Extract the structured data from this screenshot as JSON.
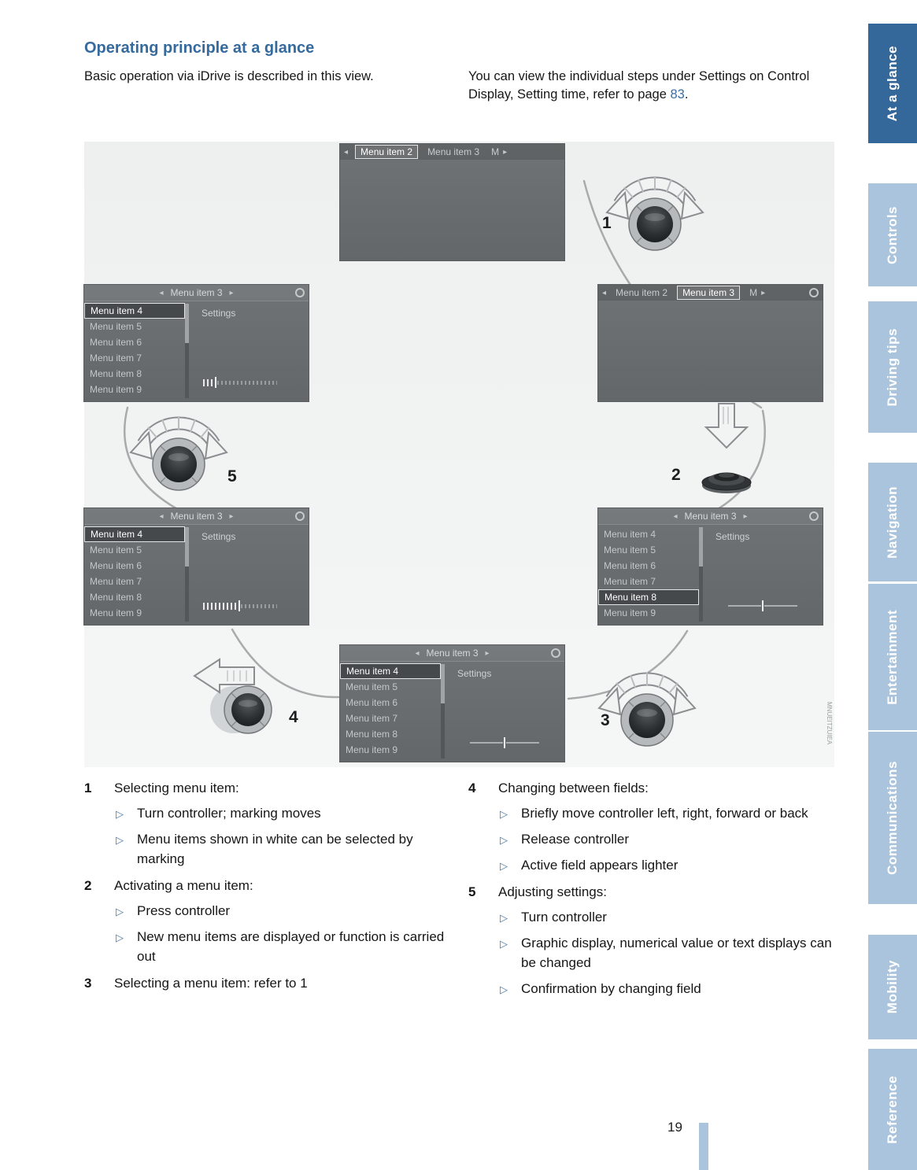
{
  "ui": {
    "bullet": "▷"
  },
  "page": {
    "heading": "Operating principle at a glance",
    "intro_left": "Basic operation via iDrive is described in this view.",
    "intro_right_pre": "You can view the individual steps under Settings on Control Display, Setting time, refer to page ",
    "intro_right_link": "83",
    "intro_right_post": ".",
    "page_number": "19"
  },
  "sidebar": {
    "tabs": [
      {
        "label": "At a glance",
        "active": true
      },
      {
        "label": "Controls",
        "active": false
      },
      {
        "label": "Driving tips",
        "active": false
      },
      {
        "label": "Navigation",
        "active": false
      },
      {
        "label": "Entertainment",
        "active": false
      },
      {
        "label": "Communications",
        "active": false
      },
      {
        "label": "Mobility",
        "active": false
      },
      {
        "label": "Reference",
        "active": false
      }
    ]
  },
  "diagram": {
    "glyph_left": "◂",
    "glyph_right": "▸",
    "tabs": [
      "Menu item 2",
      "Menu item 3",
      "M"
    ],
    "header": "Menu item 3",
    "settings": "Settings",
    "menu_items": [
      "Menu item 4",
      "Menu item 5",
      "Menu item 6",
      "Menu item 7",
      "Menu item 8",
      "Menu item 9"
    ],
    "steps": [
      "1",
      "2",
      "3",
      "4",
      "5"
    ],
    "figure_code": "MNUEITZUIEA"
  },
  "instructions": {
    "left": [
      {
        "num": "1",
        "title": "Selecting menu item:",
        "bullets": [
          "Turn controller; marking moves",
          "Menu items shown in white can be selected by marking"
        ]
      },
      {
        "num": "2",
        "title": "Activating a menu item:",
        "bullets": [
          "Press controller",
          "New menu items are displayed or function is carried out"
        ]
      },
      {
        "num": "3",
        "title": "Selecting a menu item: refer to 1",
        "bullets": []
      }
    ],
    "right": [
      {
        "num": "4",
        "title": "Changing between fields:",
        "bullets": [
          "Briefly move controller left, right, forward or back",
          "Release controller",
          "Active field appears lighter"
        ]
      },
      {
        "num": "5",
        "title": "Adjusting settings:",
        "bullets": [
          "Turn controller",
          "Graphic display, numerical value or text displays can be changed",
          "Confirmation by changing field"
        ]
      }
    ]
  },
  "colors": {
    "accent_blue": "#34679a",
    "sidebar_inactive": "#a9c4dc",
    "screen_gray": "#6b6f71",
    "link_blue": "#3a6ea8"
  }
}
